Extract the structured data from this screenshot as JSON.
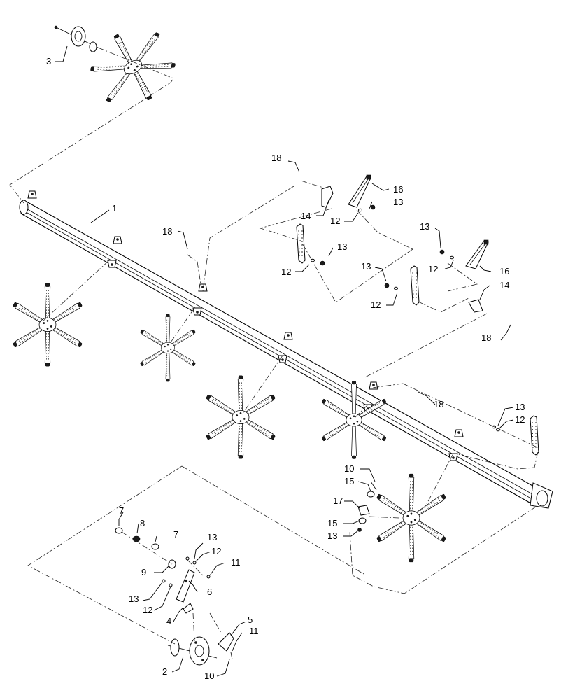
{
  "callouts": [
    {
      "id": "c1",
      "text": "1"
    },
    {
      "id": "c2",
      "text": "2"
    },
    {
      "id": "c3",
      "text": "3"
    },
    {
      "id": "c4",
      "text": "4"
    },
    {
      "id": "c5",
      "text": "5"
    },
    {
      "id": "c6",
      "text": "6"
    },
    {
      "id": "c7a",
      "text": "7"
    },
    {
      "id": "c7b",
      "text": "7"
    },
    {
      "id": "c8",
      "text": "8"
    },
    {
      "id": "c9",
      "text": "9"
    },
    {
      "id": "c10a",
      "text": "10"
    },
    {
      "id": "c10b",
      "text": "10"
    },
    {
      "id": "c11a",
      "text": "11"
    },
    {
      "id": "c11b",
      "text": "11"
    },
    {
      "id": "c12a",
      "text": "12"
    },
    {
      "id": "c12b",
      "text": "12"
    },
    {
      "id": "c12c",
      "text": "12"
    },
    {
      "id": "c12d",
      "text": "12"
    },
    {
      "id": "c12e",
      "text": "12"
    },
    {
      "id": "c12f",
      "text": "12"
    },
    {
      "id": "c12g",
      "text": "12"
    },
    {
      "id": "c13a",
      "text": "13"
    },
    {
      "id": "c13b",
      "text": "13"
    },
    {
      "id": "c13c",
      "text": "13"
    },
    {
      "id": "c13d",
      "text": "13"
    },
    {
      "id": "c13e",
      "text": "13"
    },
    {
      "id": "c13f",
      "text": "13"
    },
    {
      "id": "c13g",
      "text": "13"
    },
    {
      "id": "c13h",
      "text": "13"
    },
    {
      "id": "c14a",
      "text": "14"
    },
    {
      "id": "c14b",
      "text": "14"
    },
    {
      "id": "c15a",
      "text": "15"
    },
    {
      "id": "c15b",
      "text": "15"
    },
    {
      "id": "c16a",
      "text": "16"
    },
    {
      "id": "c16b",
      "text": "16"
    },
    {
      "id": "c17",
      "text": "17"
    },
    {
      "id": "c18a",
      "text": "18"
    },
    {
      "id": "c18b",
      "text": "18"
    },
    {
      "id": "c18c",
      "text": "18"
    },
    {
      "id": "c18d",
      "text": "18"
    }
  ],
  "colors": {
    "ink": "#000000",
    "paper": "#ffffff"
  }
}
